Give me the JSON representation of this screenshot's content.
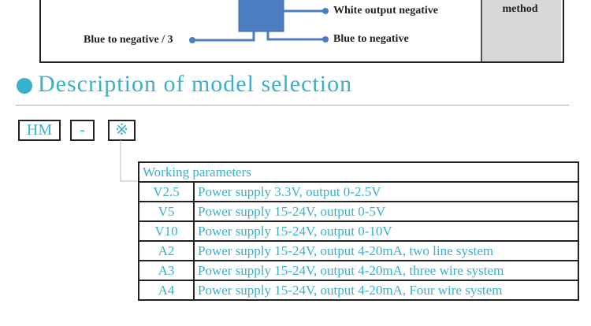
{
  "diagram": {
    "right_labels": [
      "White output negative",
      "Blue to negative"
    ],
    "left_label": "Blue to negative / 3",
    "side_column": "method",
    "box_color": "#4a7ec0",
    "line_color": "#4a7ec0"
  },
  "section": {
    "title": "Description of model selection",
    "accent": "#3ab0cc"
  },
  "model_code": [
    "HM",
    "-",
    "※"
  ],
  "table": {
    "header": "Working parameters",
    "rows": [
      {
        "code": "V2.5",
        "desc": "Power supply 3.3V, output 0-2.5V"
      },
      {
        "code": "V5",
        "desc": "Power supply 15-24V, output 0-5V"
      },
      {
        "code": "V10",
        "desc": "Power supply 15-24V, output 0-10V"
      },
      {
        "code": "A2",
        "desc": "Power supply 15-24V, output 4-20mA, two line system"
      },
      {
        "code": "A3",
        "desc": "Power supply 15-24V, output 4-20mA, three wire system"
      },
      {
        "code": "A4",
        "desc": "Power supply 15-24V, output 4-20mA, Four wire system"
      }
    ]
  }
}
